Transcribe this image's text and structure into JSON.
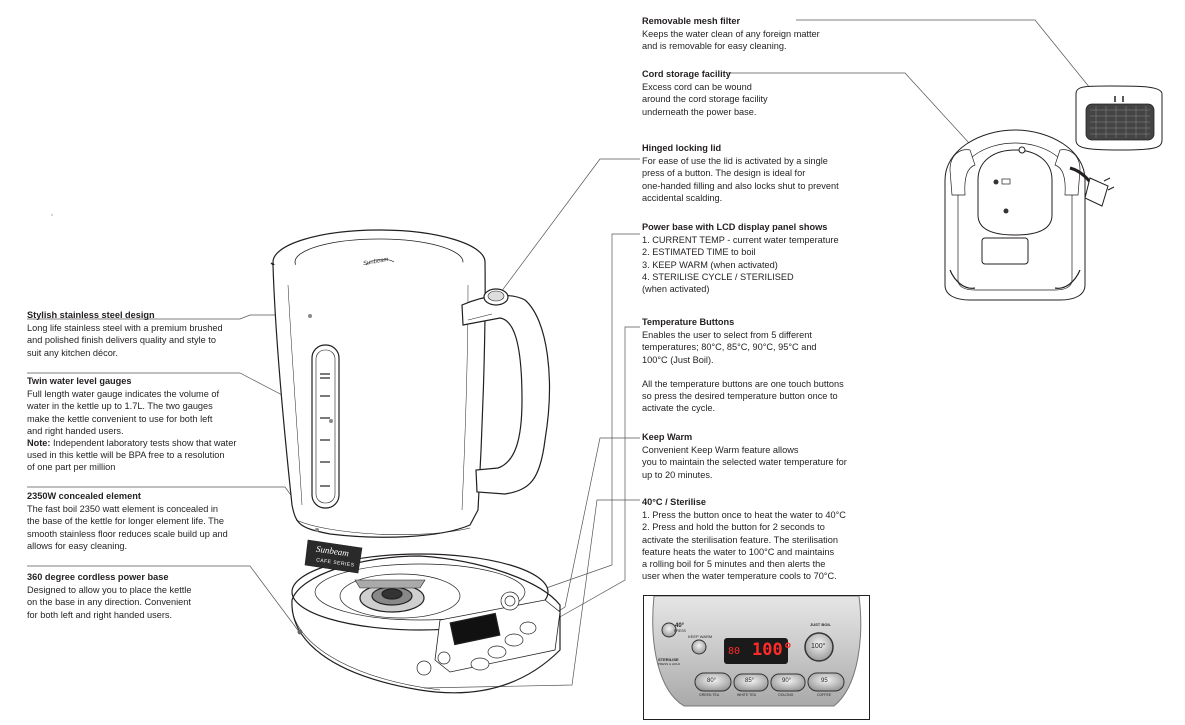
{
  "left_callouts": {
    "stainless": {
      "title": "Stylish stainless steel design",
      "body": "Long life stainless steel with a premium brushed\nand polished finish delivers quality and style to\nsuit any kitchen décor."
    },
    "gauges": {
      "title": "Twin water level gauges",
      "body": "Full length water gauge indicates the volume of\nwater in the kettle up to 1.7L. The two gauges\nmake the kettle convenient to use for both left\nand right handed users.",
      "note_label": "Note:",
      "note_body": " Independent laboratory tests show that water\nused in this kettle will be BPA free to a resolution\nof one part per million"
    },
    "element": {
      "title": "2350W concealed element",
      "body": "The fast boil 2350 watt element is concealed in\nthe base of the kettle for longer element life. The\nsmooth stainless floor reduces scale build up and\nallows for easy cleaning."
    },
    "cordless": {
      "title": "360 degree cordless power base",
      "body": "Designed to allow you to place the kettle\non the base in any direction. Convenient\nfor both left and right handed users."
    }
  },
  "right_callouts": {
    "filter": {
      "title": "Removable mesh filter",
      "body": "Keeps the water clean of any foreign matter\nand is removable for easy cleaning."
    },
    "cord": {
      "title": "Cord storage facility",
      "body": "Excess cord can be wound\naround the cord storage facility\nunderneath the power base."
    },
    "lid": {
      "title": "Hinged locking lid",
      "body": "For ease of use the lid is activated by a single\npress of a button. The design is ideal for\none-handed filling and also locks shut to prevent\naccidental scalding."
    },
    "lcd": {
      "title": "Power base with LCD display panel shows",
      "items": [
        "1. CURRENT TEMP - current water temperature",
        "2. ESTIMATED TIME to boil",
        "3. KEEP WARM (when activated)",
        "4. STERILISE CYCLE / STERILISED\n    (when activated)"
      ]
    },
    "temp": {
      "title": "Temperature Buttons",
      "body": "Enables the user to select from 5 different\ntemperatures; 80°C, 85°C, 90°C, 95°C and\n100°C (Just Boil).",
      "body2": "All the temperature buttons are one touch buttons\nso press the desired temperature button once to\nactivate the cycle."
    },
    "warm": {
      "title": "Keep Warm",
      "body": "Convenient Keep Warm feature allows\nyou to maintain the selected water temperature for\nup to 20 minutes."
    },
    "steril": {
      "title": "40°C / Sterilise",
      "items": [
        "1. Press the button once to heat the water to 40°C",
        "2. Press and hold the button for 2 seconds to\n    activate the sterilisation feature. The sterilisation\n    feature heats the water to 100°C and maintains\n    a rolling boil for 5 minutes and then alerts the\n    user when the water temperature cools to 70°C."
      ]
    }
  },
  "panel": {
    "btn40": "40°",
    "btn40_sub": "PRESS",
    "keep_warm": "KEEP WARM",
    "sterilise": "STERILISE",
    "sterilise_sub": "PRESS & HOLD",
    "lcd_small": "80",
    "lcd_big": "100°",
    "just_boil": "JUST BOIL",
    "boil_btn": "100°",
    "temps": [
      "80°",
      "85°",
      "90°",
      "95"
    ],
    "temp_labels": [
      "GREEN TEA",
      "WHITE TEA",
      "OOLONG",
      "COFFEE"
    ]
  },
  "brand": {
    "name": "Sunbeam",
    "series": "CAFE SERIES"
  }
}
